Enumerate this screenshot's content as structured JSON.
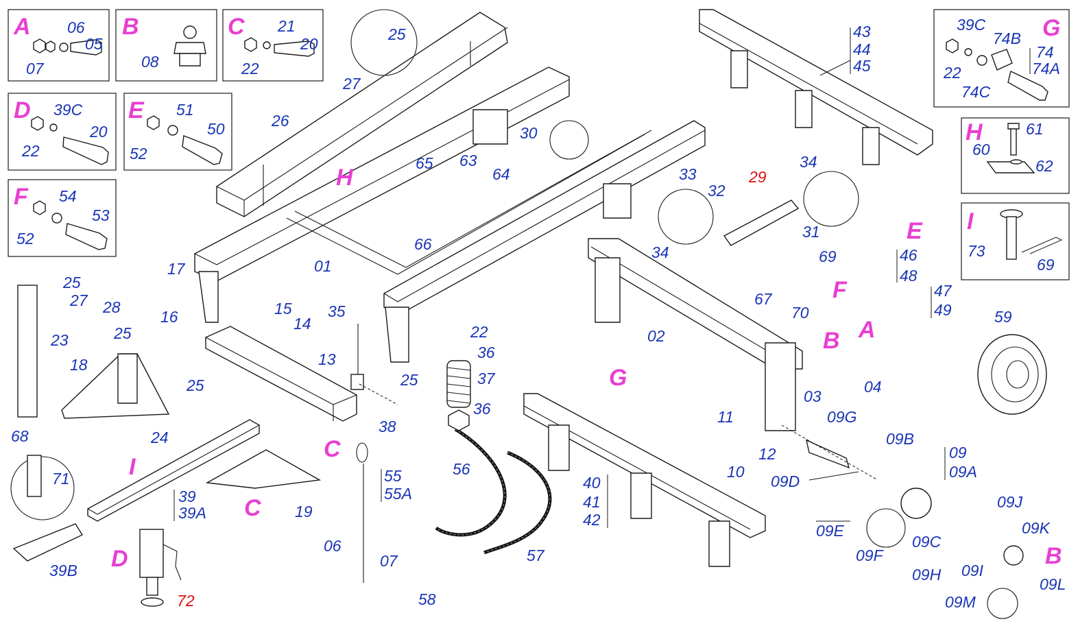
{
  "colors": {
    "part_number": "#1a35b5",
    "detail_letter": "#e83fd1",
    "highlight": "#e01010",
    "line": "#1a1a1a"
  },
  "details": {
    "A": {
      "letter": "A",
      "parts": [
        "06",
        "05",
        "07"
      ]
    },
    "B": {
      "letter": "B",
      "parts": [
        "08"
      ]
    },
    "C": {
      "letter": "C",
      "parts": [
        "21",
        "20",
        "22"
      ]
    },
    "D": {
      "letter": "D",
      "parts": [
        "39C",
        "20",
        "22"
      ]
    },
    "E": {
      "letter": "E",
      "parts": [
        "51",
        "50",
        "52"
      ]
    },
    "F": {
      "letter": "F",
      "parts": [
        "54",
        "53",
        "52"
      ]
    },
    "G": {
      "letter": "G",
      "parts": [
        "39C",
        "74B",
        "74",
        "74A",
        "22",
        "74C"
      ]
    },
    "H": {
      "letter": "H",
      "parts": [
        "61",
        "60",
        "62"
      ]
    },
    "I": {
      "letter": "I",
      "parts": [
        "73",
        "69"
      ]
    }
  },
  "main": {
    "p25a": "25",
    "p27a": "27",
    "p26": "26",
    "p30": "30",
    "pH": "H",
    "p65": "65",
    "p63": "63",
    "p64": "64",
    "p66": "66",
    "p01": "01",
    "p17": "17",
    "p16": "16",
    "p15": "15",
    "p14": "14",
    "p35": "35",
    "p13": "13",
    "p25b": "25",
    "p27b": "27",
    "p23": "23",
    "p28": "28",
    "p25c": "25",
    "p18": "18",
    "p25d": "25",
    "p24": "24",
    "p25e": "25",
    "p38": "38",
    "p22": "22",
    "p36a": "36",
    "p37": "37",
    "p36b": "36",
    "p43": "43",
    "p44": "44",
    "p45": "45",
    "p33": "33",
    "p32": "32",
    "p29": "29",
    "p34a": "34",
    "p34b": "34",
    "p31": "31",
    "p67": "67",
    "p69": "69",
    "p70": "70",
    "pE": "E",
    "p46": "46",
    "p48": "48",
    "pF": "F",
    "p47": "47",
    "p49": "49",
    "p02": "02",
    "pB": "B",
    "pA": "A",
    "p03": "03",
    "p04": "04",
    "p59": "59",
    "pG": "G",
    "p40": "40",
    "p41": "41",
    "p42": "42",
    "p11": "11",
    "p12": "12",
    "p10": "10",
    "p09G": "09G",
    "p09B": "09B",
    "p09": "09",
    "p09A": "09A",
    "p09D": "09D",
    "p09E": "09E",
    "p09F": "09F",
    "p09C": "09C",
    "p09J": "09J",
    "p09K": "09K",
    "pB2": "B",
    "p09H": "09H",
    "p09I": "09I",
    "p09L": "09L",
    "p09M": "09M",
    "p68": "68",
    "p71": "71",
    "p39B": "39B",
    "pI": "I",
    "pD": "D",
    "p39": "39",
    "p39A": "39A",
    "p72": "72",
    "pC1": "C",
    "pC2": "C",
    "p19": "19",
    "p55": "55",
    "p55A": "55A",
    "p06": "06",
    "p07": "07",
    "p56": "56",
    "p57": "57",
    "p58": "58"
  }
}
